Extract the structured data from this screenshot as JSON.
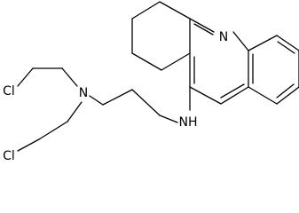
{
  "diagram": {
    "type": "skeletal-structural-formula",
    "line_color": "#000000",
    "background_color": "#ffffff",
    "atom_labels": {
      "ring_nitrogen": "N",
      "amine_nitrogen": "N",
      "secondary_amine": "NH",
      "chlorine_upper": "Cl",
      "chlorine_lower": "Cl"
    }
  }
}
